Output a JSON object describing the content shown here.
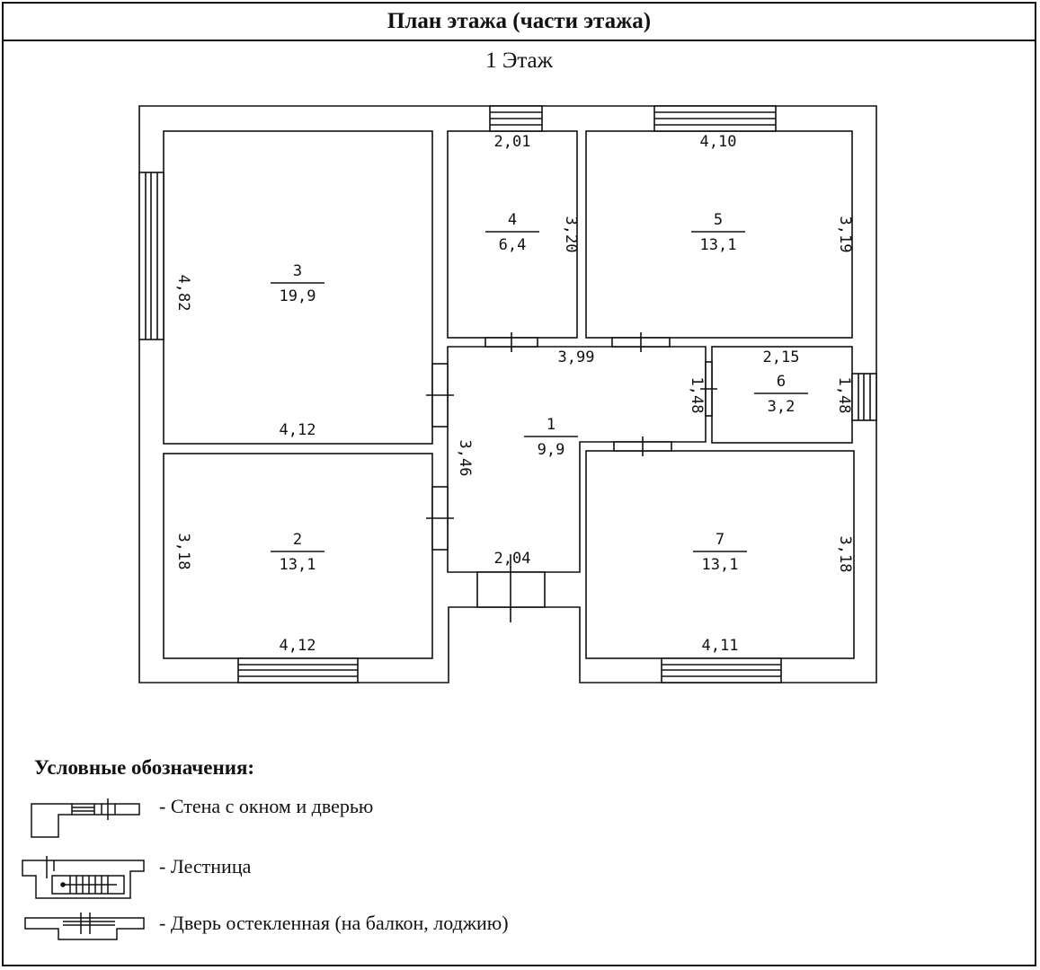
{
  "header": {
    "title": "План этажа (части этажа)"
  },
  "floor": {
    "label": "1 Этаж"
  },
  "rooms": [
    {
      "number": "1",
      "area": "9,9"
    },
    {
      "number": "2",
      "area": "13,1"
    },
    {
      "number": "3",
      "area": "19,9"
    },
    {
      "number": "4",
      "area": "6,4"
    },
    {
      "number": "5",
      "area": "13,1"
    },
    {
      "number": "6",
      "area": "3,2"
    },
    {
      "number": "7",
      "area": "13,1"
    }
  ],
  "dimensions": {
    "r3_height": "4,82",
    "r3_width": "4,12",
    "r2_height": "3,18",
    "r2_width": "4,12",
    "r4_width": "2,01",
    "r4_height": "3,20",
    "r5_width": "4,10",
    "r5_height": "3,19",
    "r1_width": "3,99",
    "r1_height": "3,46",
    "r1_side": "1,48",
    "r1_bottom": "2,04",
    "r6_width": "2,15",
    "r6_height": "1,48",
    "r7_height": "3,18",
    "r7_width": "4,11"
  },
  "legend": {
    "title": "Условные обозначения:",
    "items": [
      {
        "label": "- Стена с окном и дверью"
      },
      {
        "label": "- Лестница"
      },
      {
        "label": "- Дверь остекленная (на балкон, лоджию)"
      }
    ]
  }
}
